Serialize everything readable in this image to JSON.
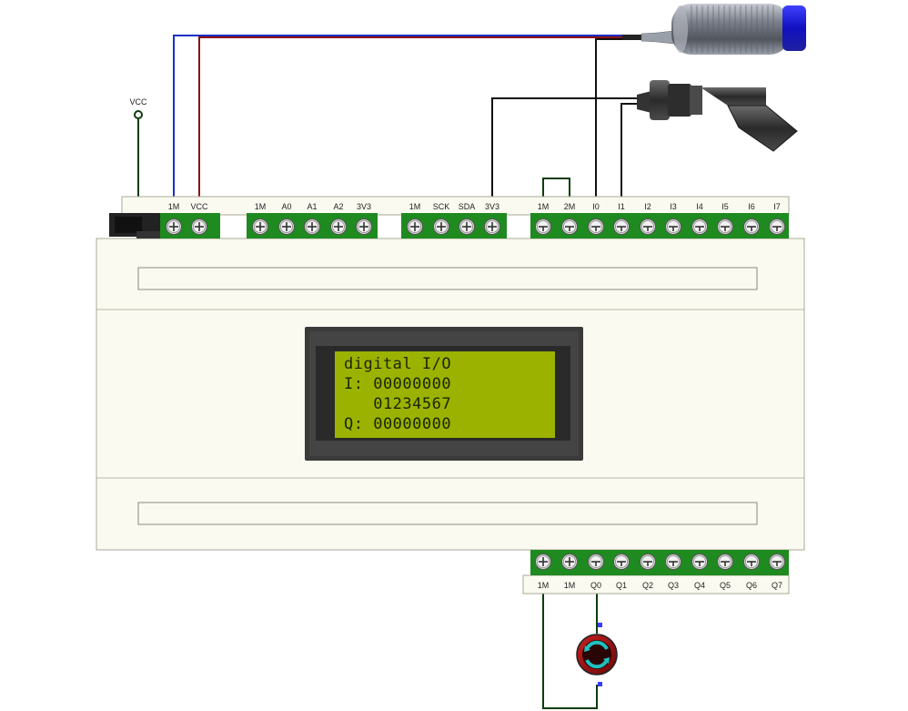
{
  "supply": {
    "label": "VCC"
  },
  "top_left_block": {
    "labels": [
      "1M",
      "VCC"
    ]
  },
  "analog_block": {
    "labels": [
      "1M",
      "A0",
      "A1",
      "A2",
      "3V3"
    ]
  },
  "i2c_block": {
    "labels": [
      "1M",
      "SCK",
      "SDA",
      "3V3"
    ]
  },
  "common_block": {
    "labels": [
      "1M",
      "2M"
    ]
  },
  "input_block": {
    "labels": [
      "I0",
      "I1",
      "I2",
      "I3",
      "I4",
      "I5",
      "I6",
      "I7"
    ]
  },
  "output_labels": [
    "1M",
    "1M",
    "Q0",
    "Q1",
    "Q2",
    "Q3",
    "Q4",
    "Q5",
    "Q6",
    "Q7"
  ],
  "lcd": {
    "line1": "digital I/O",
    "line2": "I: 00000000",
    "line3": "   01234567",
    "line4": "Q: 00000000"
  },
  "colors": {
    "wire_blue": "#1a2fc4",
    "wire_red": "#8b1010",
    "wire_black": "#111111",
    "wire_green": "#0b3d0b",
    "terminal_green": "#1f8a1f",
    "housing": "#fbfaf0",
    "lcd_bezel": "#3a3a3a",
    "lcd_screen": "#9bb300",
    "motor_red": "#9a1010",
    "motor_cyan": "#20c0c0"
  },
  "icons": [
    "inductive-proximity-sensor-icon",
    "float-switch-icon",
    "dc-motor-icon"
  ]
}
